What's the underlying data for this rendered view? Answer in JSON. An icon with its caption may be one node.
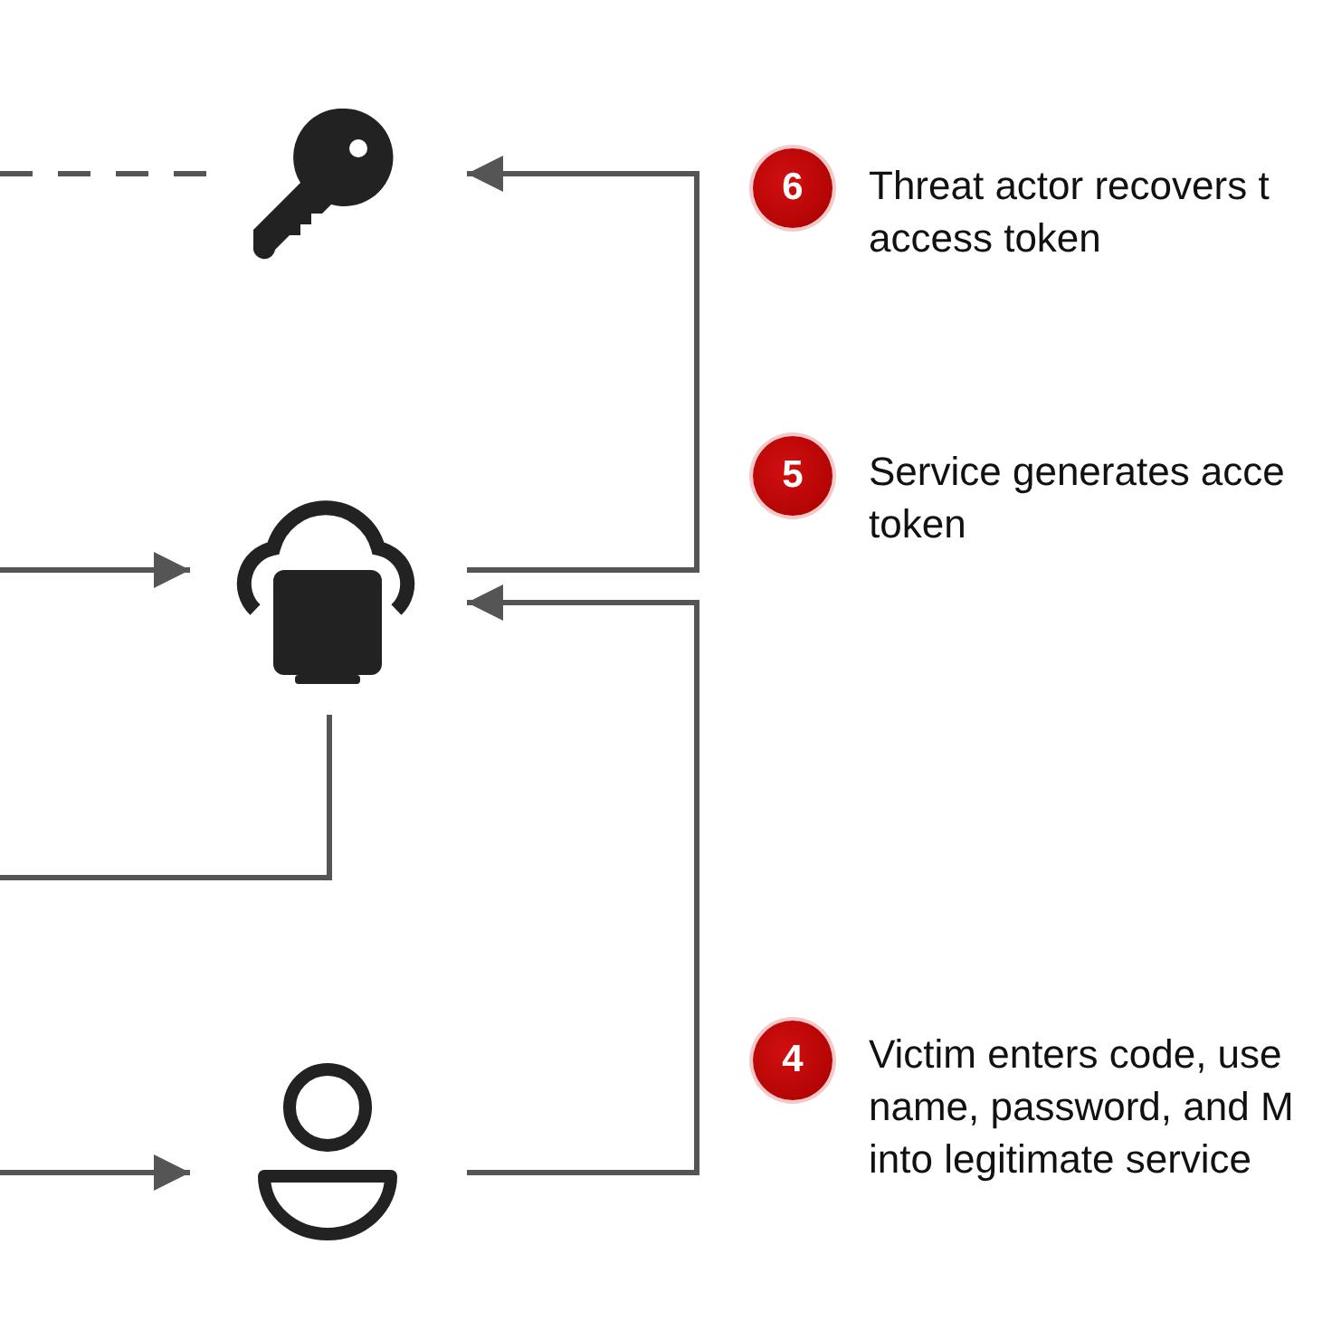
{
  "diagram": {
    "nodes": [
      {
        "text": [],
        "shape": "key"
      },
      {
        "text": [
          "6"
        ],
        "beside": [
          "Threat actor recovers t access token"
        ]
      },
      {
        "text": [],
        "shape": "monitor"
      },
      {
        "text": [
          "5"
        ],
        "beside": [
          "Service generates acce token"
        ]
      },
      {
        "text": [],
        "shape": "person"
      },
      {
        "text": [
          "4"
        ],
        "beside": [
          "Victim enters code, use name, password, and M into legitimate service"
        ]
      }
    ],
    "edges": [
      {
        "from": null,
        "to": 0,
        "arrow": "none",
        "style": "dashed"
      },
      {
        "from": null,
        "to": 2,
        "arrow": "to"
      },
      {
        "from": 2,
        "to": null,
        "arrow": "none"
      },
      {
        "from": null,
        "to": 4,
        "arrow": "to"
      },
      {
        "from": 4,
        "to": 2,
        "arrow": "to"
      },
      {
        "from": 2,
        "to": 0,
        "arrow": "to"
      }
    ]
  }
}
